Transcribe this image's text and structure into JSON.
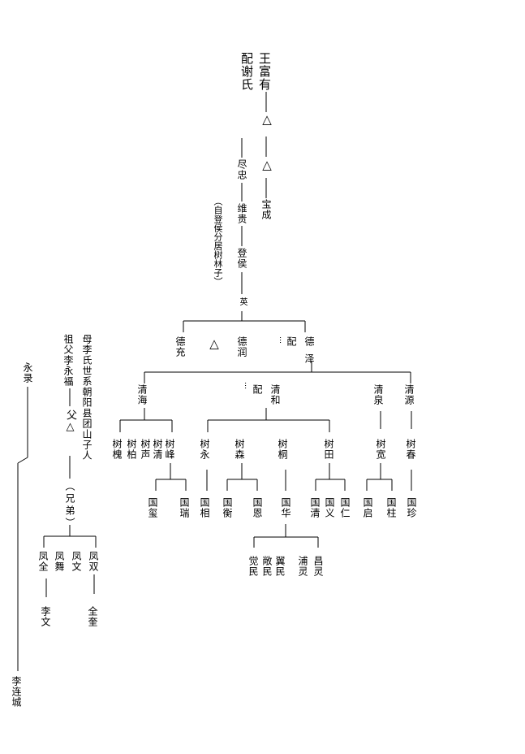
{
  "main_line": {
    "founder": "王富有",
    "spouse": "配谢氏",
    "gen2": "△",
    "gen3a": "△",
    "gen3b": "宝成",
    "branch": [
      "尽忠",
      "维贵",
      "登侯",
      "英"
    ],
    "note": "（自登侯分居树林子）"
  },
  "de_gen": {
    "names": [
      "德充",
      "△",
      "德润",
      "德泽"
    ],
    "spouse": "配",
    "ellipsis": "…"
  },
  "qing_gen": {
    "names": [
      "清海",
      "清和",
      "清泉",
      "清源"
    ],
    "spouse": "配",
    "ellipsis": "…"
  },
  "shu_gen": {
    "names": [
      "树槐",
      "树柏",
      "树声",
      "树清",
      "树峰",
      "树永",
      "树森",
      "树桐",
      "树田",
      "树宽",
      "树春"
    ]
  },
  "guo_gen": {
    "names": [
      "国玺",
      "国瑞",
      "国相",
      "国衡",
      "国恩",
      "国华",
      "国清",
      "国义",
      "国仁",
      "国启",
      "国柱",
      "国珍"
    ]
  },
  "min_gen": {
    "names": [
      "觉民",
      "敞民",
      "翼民",
      "浦灵",
      "昌灵"
    ]
  },
  "li_branch": {
    "mother": "母李氏世系朝阳县团山子人",
    "grandfather": "祖父李永福",
    "father": "父△",
    "siblings_label": "（兄弟）",
    "brothers": [
      "凤全",
      "凤舞",
      "凤文",
      "凤双"
    ],
    "sons": [
      "李文",
      "全奎"
    ]
  },
  "far_left": {
    "top": "永录",
    "bottom": "李连城"
  }
}
